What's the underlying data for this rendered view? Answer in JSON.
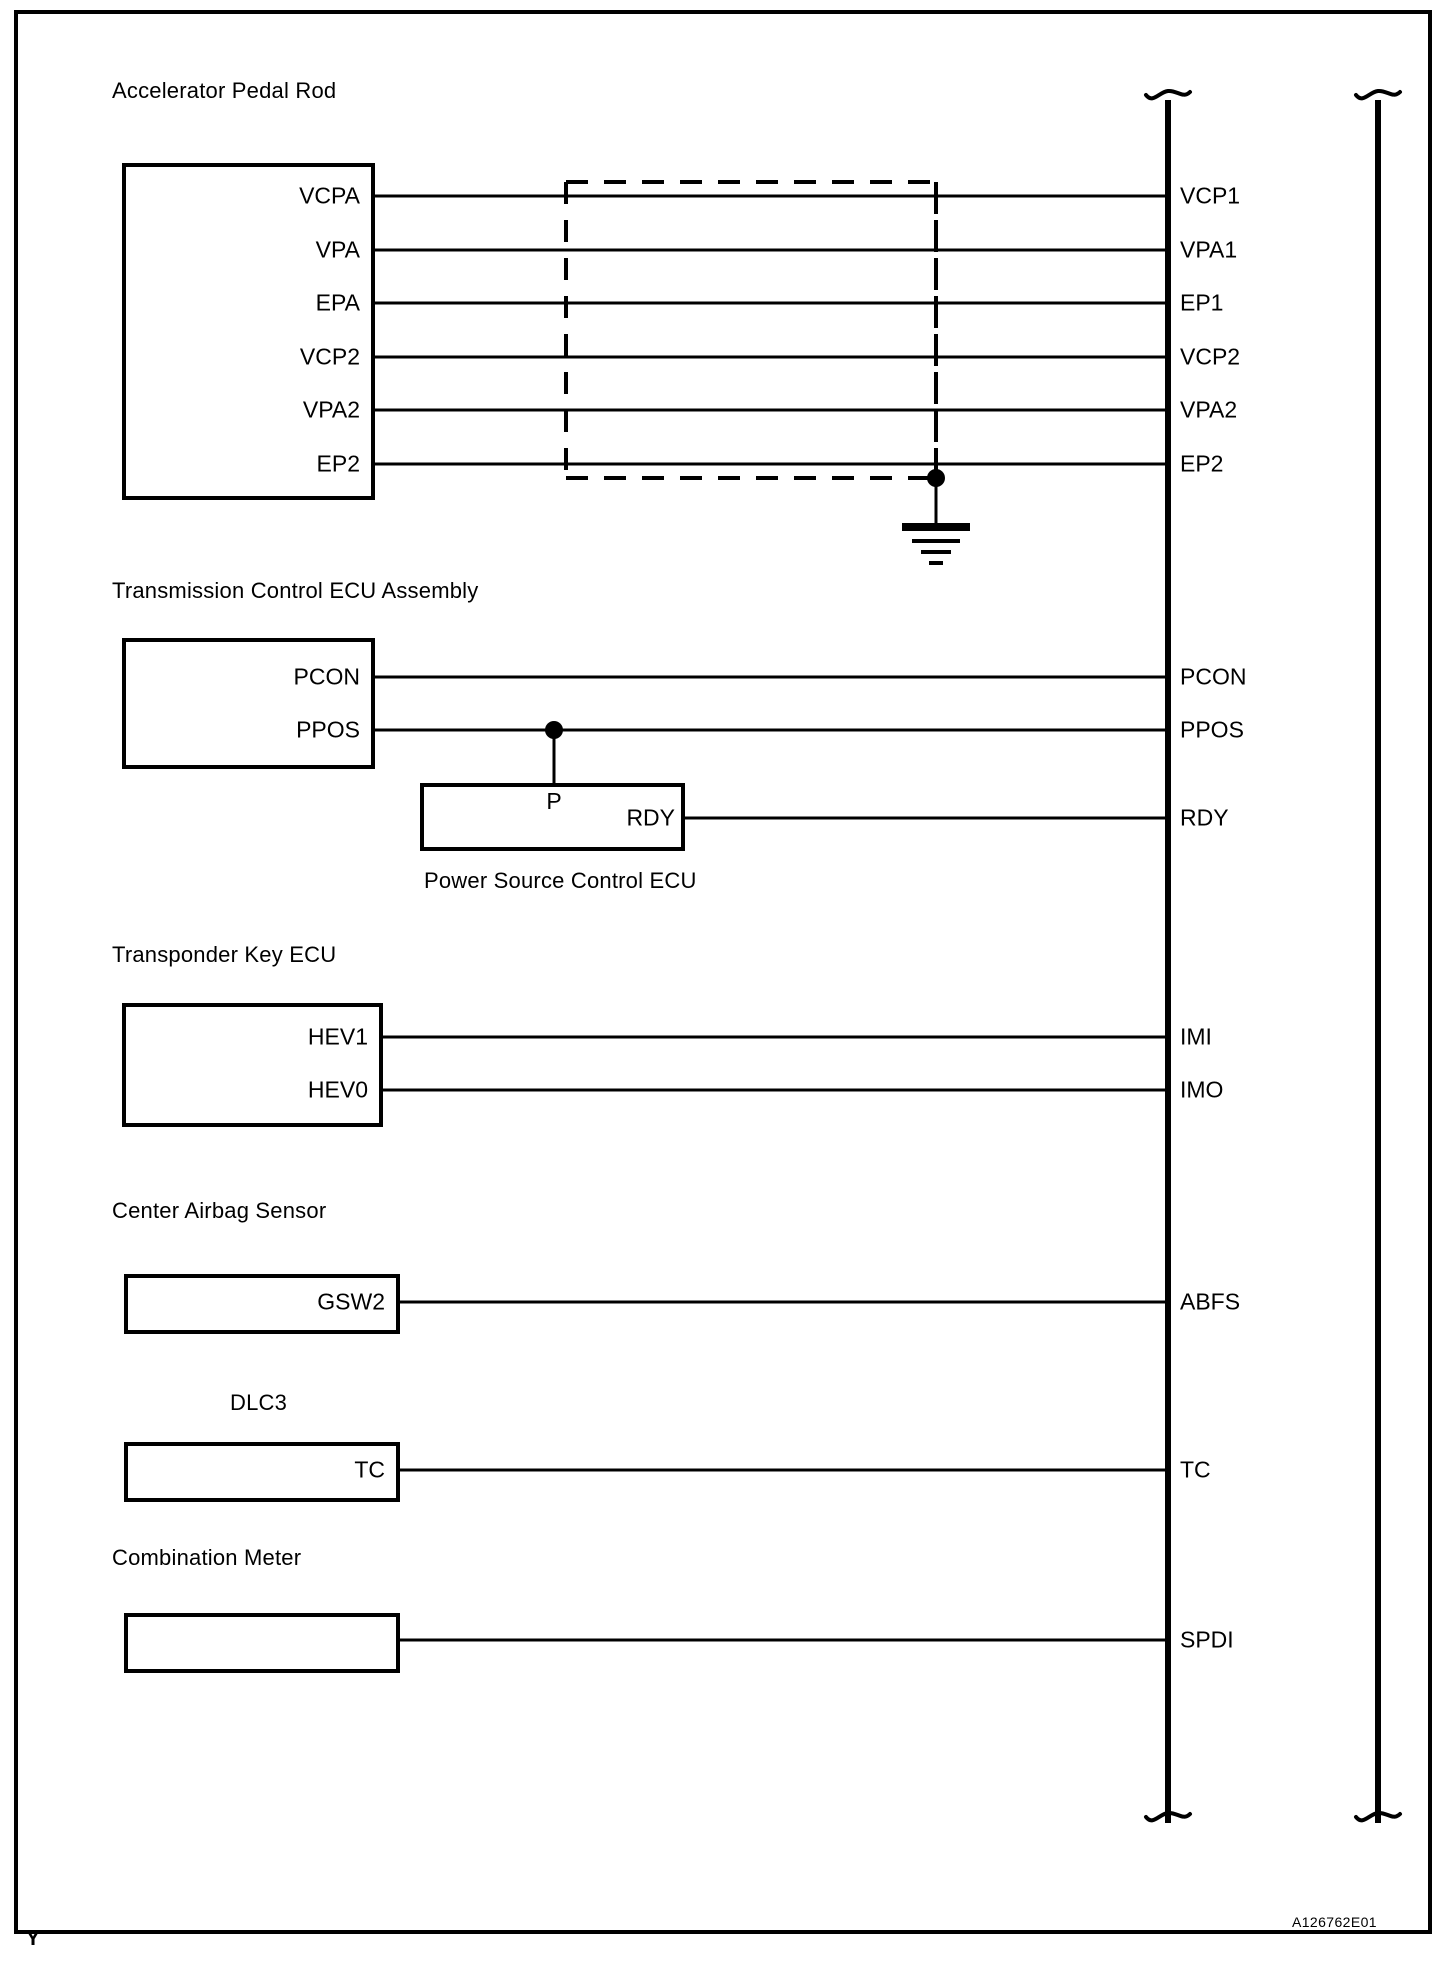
{
  "diagram": {
    "title_code": "A126762E01",
    "corner_mark": "Y",
    "groups": [
      {
        "id": "accelerator-pedal-rod",
        "title": "Accelerator Pedal Rod",
        "pins": [
          "VCPA",
          "VPA",
          "EPA",
          "VCP2",
          "VPA2",
          "EP2"
        ],
        "bus_terminals": [
          "VCP1",
          "VPA1",
          "EP1",
          "VCP2",
          "VPA2",
          "EP2"
        ]
      },
      {
        "id": "transmission-control-ecu-assembly",
        "title": "Transmission Control ECU Assembly",
        "pins": [
          "PCON",
          "PPOS"
        ],
        "bus_terminals": [
          "PCON",
          "PPOS"
        ]
      },
      {
        "id": "power-source-control-ecu",
        "title": "Power Source Control ECU",
        "pins": [
          "P",
          "RDY"
        ],
        "bus_terminals": [
          "RDY"
        ]
      },
      {
        "id": "transponder-key-ecu",
        "title": "Transponder Key ECU",
        "pins": [
          "HEV1",
          "HEV0"
        ],
        "bus_terminals": [
          "IMI",
          "IMO"
        ]
      },
      {
        "id": "center-airbag-sensor",
        "title": "Center Airbag Sensor",
        "pins": [
          "GSW2"
        ],
        "bus_terminals": [
          "ABFS"
        ]
      },
      {
        "id": "dlc3",
        "title": "DLC3",
        "pins": [
          "TC"
        ],
        "bus_terminals": [
          "TC"
        ]
      },
      {
        "id": "combination-meter",
        "title": "Combination Meter",
        "pins": [],
        "bus_terminals": [
          "SPDI"
        ]
      }
    ],
    "symbols": {
      "ground": "ground-symbol",
      "shield": "shield-dashed-box",
      "junction": "junction-dot",
      "break": "squiggle-break"
    }
  }
}
